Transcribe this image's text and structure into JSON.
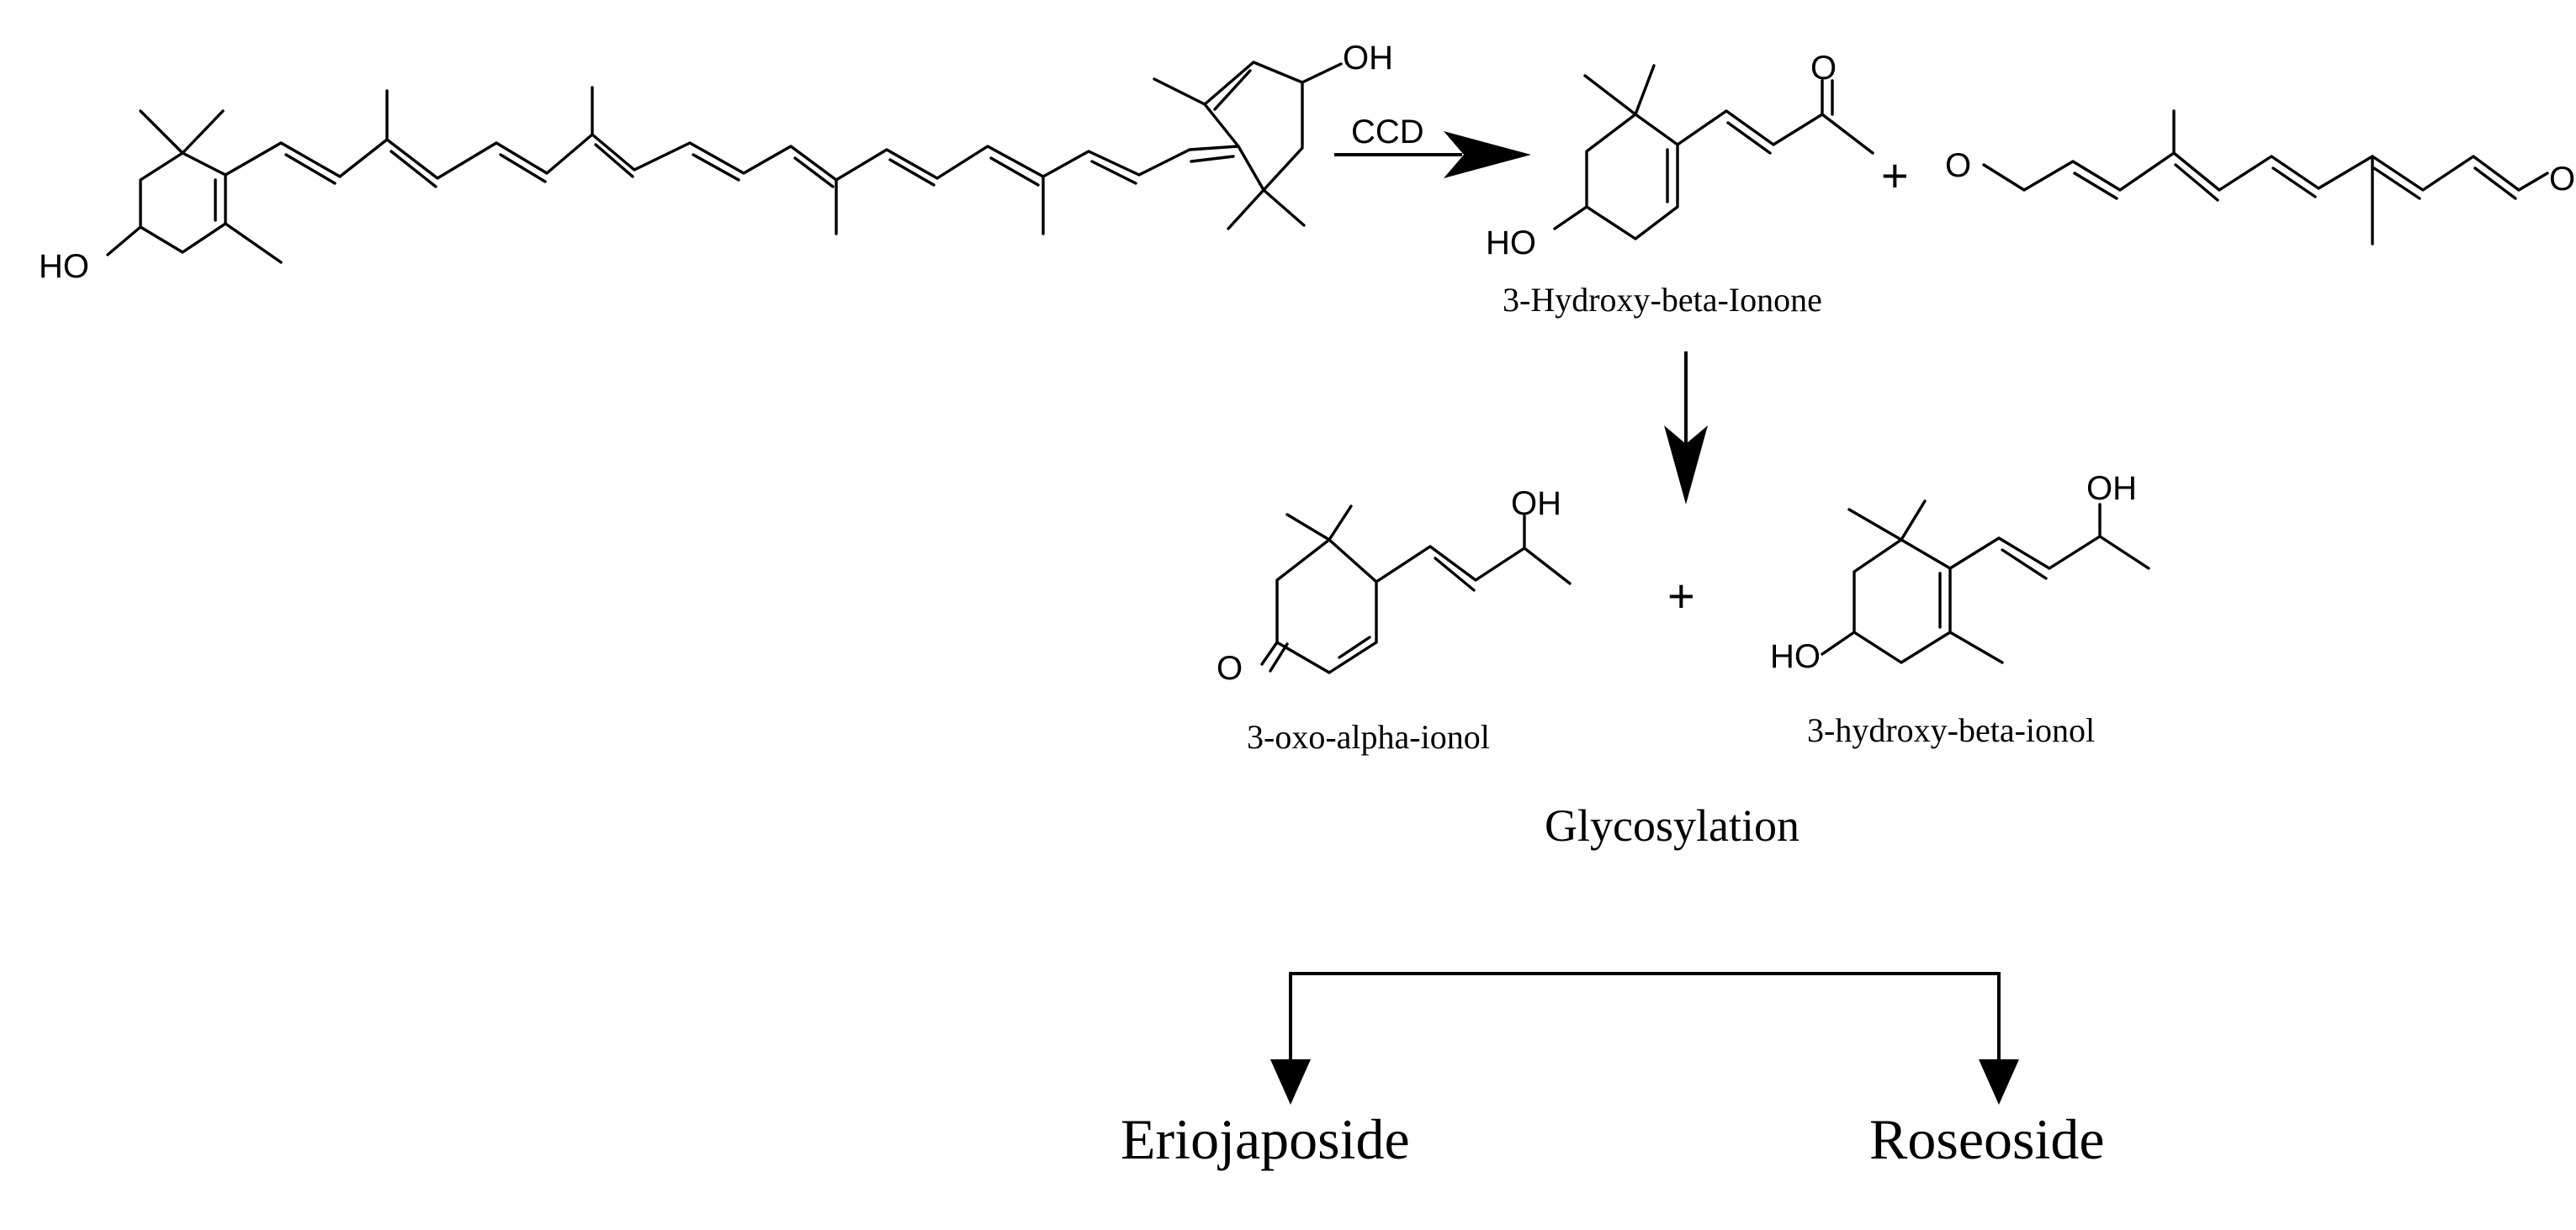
{
  "title": "",
  "atoms": {
    "hydroxyl": "OH",
    "hydroxyl_left": "HO",
    "oxygen": "O"
  },
  "labels": {
    "enzyme": "CCD",
    "product_1": "3-Hydroxy-beta-Ionone",
    "intermediate_1": "3-oxo-alpha-ionol",
    "intermediate_2": "3-hydroxy-beta-ionol",
    "step": "Glycosylation",
    "final_1": "Eriojaposide",
    "final_2": "Roseoside"
  },
  "operators": {
    "plus": "+"
  }
}
